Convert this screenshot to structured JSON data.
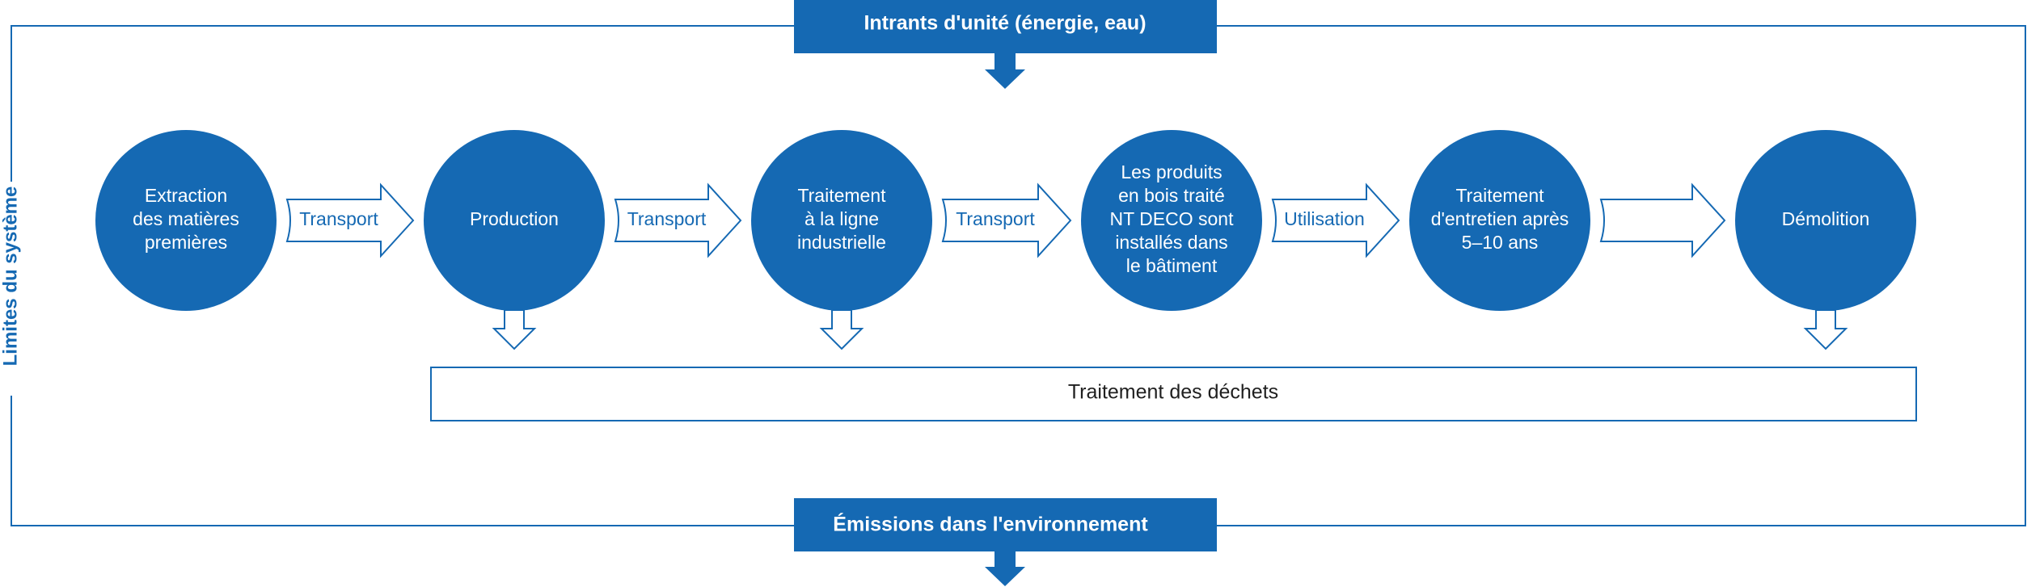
{
  "colors": {
    "primary": "#1569b3",
    "text_dark": "#1f1f1f",
    "white": "#ffffff"
  },
  "system_boundary": {
    "label": "Limites du système"
  },
  "inputs_banner": {
    "label": "Intrants d'unité (énergie, eau)"
  },
  "emissions_banner": {
    "label": "Émissions dans l'environnement"
  },
  "waste_box": {
    "label": "Traitement des déchets"
  },
  "stages": [
    {
      "lines": [
        "Extraction",
        "des matières",
        "premières"
      ],
      "waste_output": false
    },
    {
      "lines": [
        "Production"
      ],
      "waste_output": true
    },
    {
      "lines": [
        "Traitement",
        "à la ligne",
        "industrielle"
      ],
      "waste_output": true
    },
    {
      "lines": [
        "Les produits",
        "en bois traité",
        "NT DECO sont",
        "installés dans",
        "le bâtiment"
      ],
      "waste_output": false
    },
    {
      "lines": [
        "Traitement",
        "d'entretien après",
        "5–10 ans"
      ],
      "waste_output": false
    },
    {
      "lines": [
        "Démolition"
      ],
      "waste_output": true
    }
  ],
  "transitions": [
    {
      "label": "Transport"
    },
    {
      "label": "Transport"
    },
    {
      "label": "Transport"
    },
    {
      "label": "Utilisation"
    },
    {
      "label": ""
    }
  ]
}
